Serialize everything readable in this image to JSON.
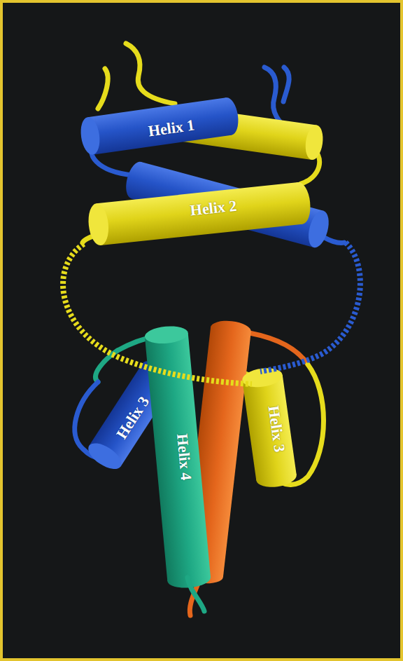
{
  "diagram": {
    "labels": [
      "Helix 1",
      "Helix 2",
      "Helix 3",
      "Helix 4",
      "Helix 3"
    ]
  }
}
